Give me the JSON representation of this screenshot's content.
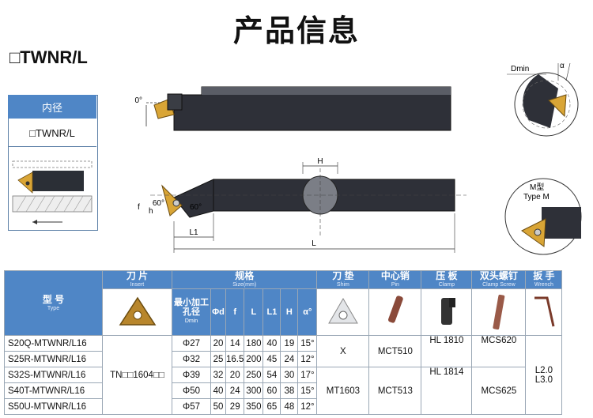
{
  "page_title": "产品信息",
  "model_heading": "□TWNR/L",
  "legend": {
    "header": "内径",
    "model": "□TWNR/L"
  },
  "drawing_labels": {
    "angle_zero": "0°",
    "angle_sixty_top": "60°",
    "angle_sixty_bottom": "60°",
    "f": "f",
    "h_small": "h",
    "H": "H",
    "L1": "L1",
    "L": "L",
    "dmin": "Dmin",
    "alpha": "α",
    "type_m_cn": "M型",
    "type_m_en": "Type M"
  },
  "table": {
    "headers": {
      "model": {
        "cn": "型 号",
        "en": "Type"
      },
      "insert": {
        "cn": "刀 片",
        "en": "Insert"
      },
      "spec": {
        "cn": "规格",
        "en": "Size(mm)"
      },
      "shim": {
        "cn": "刀 垫",
        "en": "Shim"
      },
      "pin": {
        "cn": "中心销",
        "en": "Pin"
      },
      "clamp": {
        "cn": "压 板",
        "en": "Clamp"
      },
      "clamp_screw": {
        "cn": "双头螺钉",
        "en": "Clamp Screw"
      },
      "wrench": {
        "cn": "扳 手",
        "en": "Wrench"
      }
    },
    "dmin_header": {
      "cn": "最小加工孔径",
      "en": "Dmin"
    },
    "spec_cols": [
      "Φd",
      "f",
      "L",
      "L1",
      "H",
      "α°"
    ],
    "rows": [
      {
        "model": "S20Q-MTWNR/L16",
        "dmin": "Φ27",
        "d": "20",
        "f": "14",
        "L": "180",
        "L1": "40",
        "H": "19",
        "a": "15°"
      },
      {
        "model": "S25R-MTWNR/L16",
        "dmin": "Φ32",
        "d": "25",
        "f": "16.5",
        "L": "200",
        "L1": "45",
        "H": "24",
        "a": "12°"
      },
      {
        "model": "S32S-MTWNR/L16",
        "dmin": "Φ39",
        "d": "32",
        "f": "20",
        "L": "250",
        "L1": "54",
        "H": "30",
        "a": "17°"
      },
      {
        "model": "S40T-MTWNR/L16",
        "dmin": "Φ50",
        "d": "40",
        "f": "24",
        "L": "300",
        "L1": "60",
        "H": "38",
        "a": "15°"
      },
      {
        "model": "S50U-MTWNR/L16",
        "dmin": "Φ57",
        "d": "50",
        "f": "29",
        "L": "350",
        "L1": "65",
        "H": "48",
        "a": "12°"
      }
    ],
    "insert_value": "TN□□1604□□",
    "shim_values": [
      "X",
      "MT1603"
    ],
    "pin_values": [
      "MCT510",
      "MCT513"
    ],
    "clamp_values": [
      "HL 1810",
      "HL 1814"
    ],
    "clamp_screw_values": [
      "MCS620",
      "MCS625"
    ],
    "wrench_values": [
      "L2.0",
      "L3.0"
    ]
  }
}
